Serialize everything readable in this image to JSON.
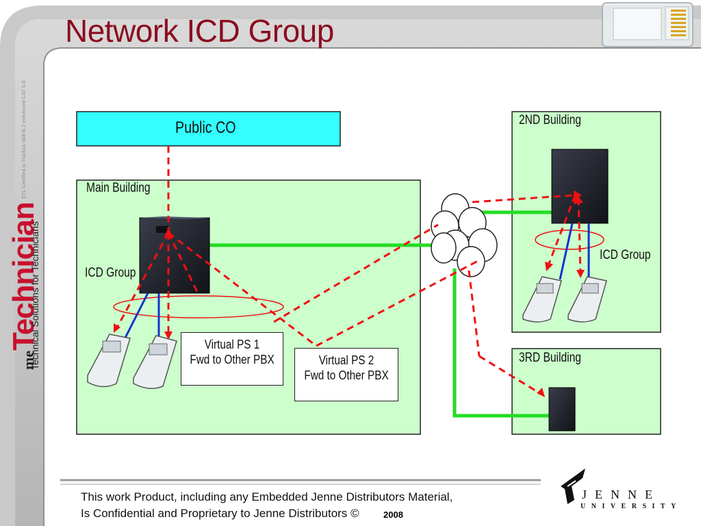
{
  "slide": {
    "title": "Network ICD Group",
    "side_cert": "ETL Certified to TIA/EIA-568-B.2 enhanced CAT 5.E",
    "brand_prefix": "me",
    "brand_name": "Technician",
    "brand_tagline": "Technical Solutions for Technicians"
  },
  "diagram": {
    "public_co": "Public CO",
    "main_building": "Main Building",
    "second_building": "2ND Building",
    "third_building": "3RD Building",
    "icd_group_main": "ICD Group",
    "icd_group_second": "ICD Group",
    "virtual_ps1_line1": "Virtual PS 1",
    "virtual_ps1_line2": "Fwd to Other PBX",
    "virtual_ps2_line1": "Virtual PS 2",
    "virtual_ps2_line2": "Fwd to Other PBX",
    "colors": {
      "building_fill": "#ccffcc",
      "public_co_fill": "#33ffff",
      "call_flow": "#ee1111",
      "network_link": "#22dd22",
      "extension_link": "#1133cc"
    }
  },
  "footer": {
    "line1": "This work Product, including any Embedded Jenne Distributors Material,",
    "line2": "Is Confidential and Proprietary to Jenne Distributors ©",
    "year": "2008",
    "logo_name": "JENNE",
    "logo_sub": "UNIVERSITY"
  }
}
